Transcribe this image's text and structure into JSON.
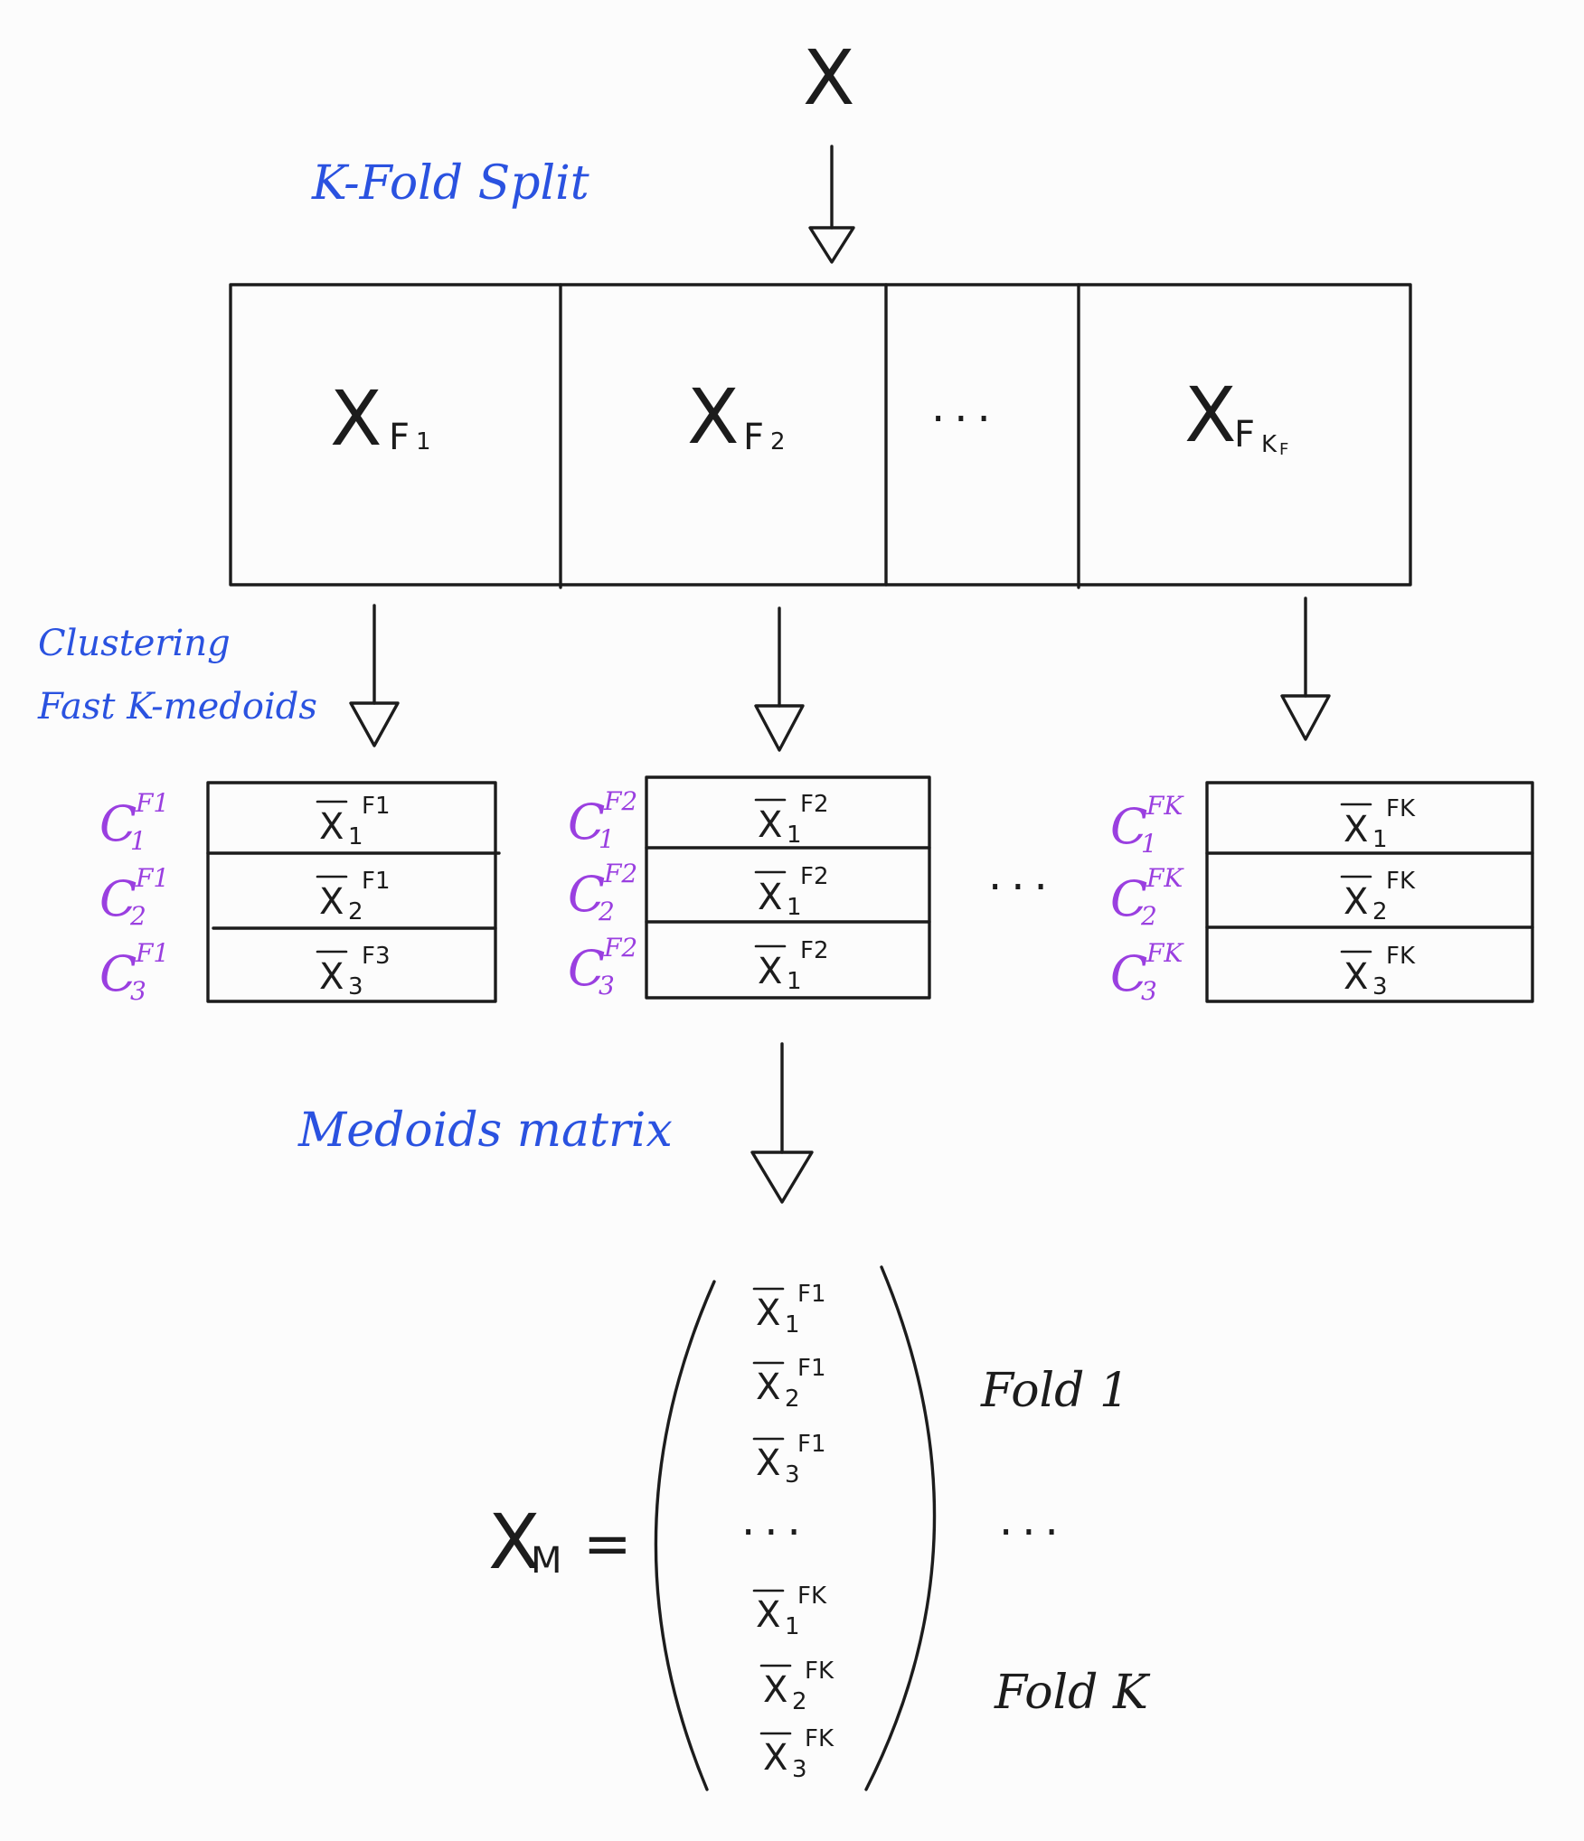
{
  "input": {
    "symbol": "X"
  },
  "kfold_label": "K-Fold Split",
  "folds": [
    {
      "main": "X",
      "sub": "F",
      "subsub": "1"
    },
    {
      "main": "X",
      "sub": "F",
      "subsub": "2"
    },
    {
      "main": "···",
      "sub": "",
      "subsub": ""
    },
    {
      "main": "X",
      "sub": "F",
      "subsub": "K",
      "subsubsub": "F"
    }
  ],
  "clustering_label": {
    "line1": "Clustering",
    "line2": "Fast K-medoids"
  },
  "cluster_tables": [
    {
      "rows": [
        {
          "c_main": "C",
          "c_sub": "1",
          "c_sup": "F1",
          "x_sub": "1",
          "x_sup": "F1"
        },
        {
          "c_main": "C",
          "c_sub": "2",
          "c_sup": "F1",
          "x_sub": "2",
          "x_sup": "F1"
        },
        {
          "c_main": "C",
          "c_sub": "3",
          "c_sup": "F1",
          "x_sub": "3",
          "x_sup": "F3"
        }
      ]
    },
    {
      "rows": [
        {
          "c_main": "C",
          "c_sub": "1",
          "c_sup": "F2",
          "x_sub": "1",
          "x_sup": "F2"
        },
        {
          "c_main": "C",
          "c_sub": "2",
          "c_sup": "F2",
          "x_sub": "1",
          "x_sup": "F2"
        },
        {
          "c_main": "C",
          "c_sub": "3",
          "c_sup": "F2",
          "x_sub": "1",
          "x_sup": "F2"
        }
      ]
    },
    {
      "rows": [
        {
          "c_main": "C",
          "c_sub": "1",
          "c_sup": "FK",
          "x_sub": "1",
          "x_sup": "FK"
        },
        {
          "c_main": "C",
          "c_sub": "2",
          "c_sup": "FK",
          "x_sub": "2",
          "x_sup": "FK"
        },
        {
          "c_main": "C",
          "c_sub": "3",
          "c_sup": "FK",
          "x_sub": "3",
          "x_sup": "FK"
        }
      ]
    }
  ],
  "between_tables_dots": "···",
  "medoids_label": "Medoids matrix",
  "matrix": {
    "lhs_main": "X",
    "lhs_sub": "M",
    "equals": "=",
    "entries": [
      {
        "sub": "1",
        "sup": "F1"
      },
      {
        "sub": "2",
        "sup": "F1"
      },
      {
        "sub": "3",
        "sup": "F1"
      },
      {
        "dots": "···"
      },
      {
        "sub": "1",
        "sup": "FK"
      },
      {
        "sub": "2",
        "sup": "FK"
      },
      {
        "sub": "3",
        "sup": "FK"
      }
    ],
    "fold_labels": {
      "first": "Fold 1",
      "middle": "···",
      "last": "Fold K"
    }
  },
  "colors": {
    "ink": "#1c1c1c",
    "annotation": "#2a52e0",
    "cluster": "#9a3fe0",
    "background": "#fcfcfc"
  }
}
